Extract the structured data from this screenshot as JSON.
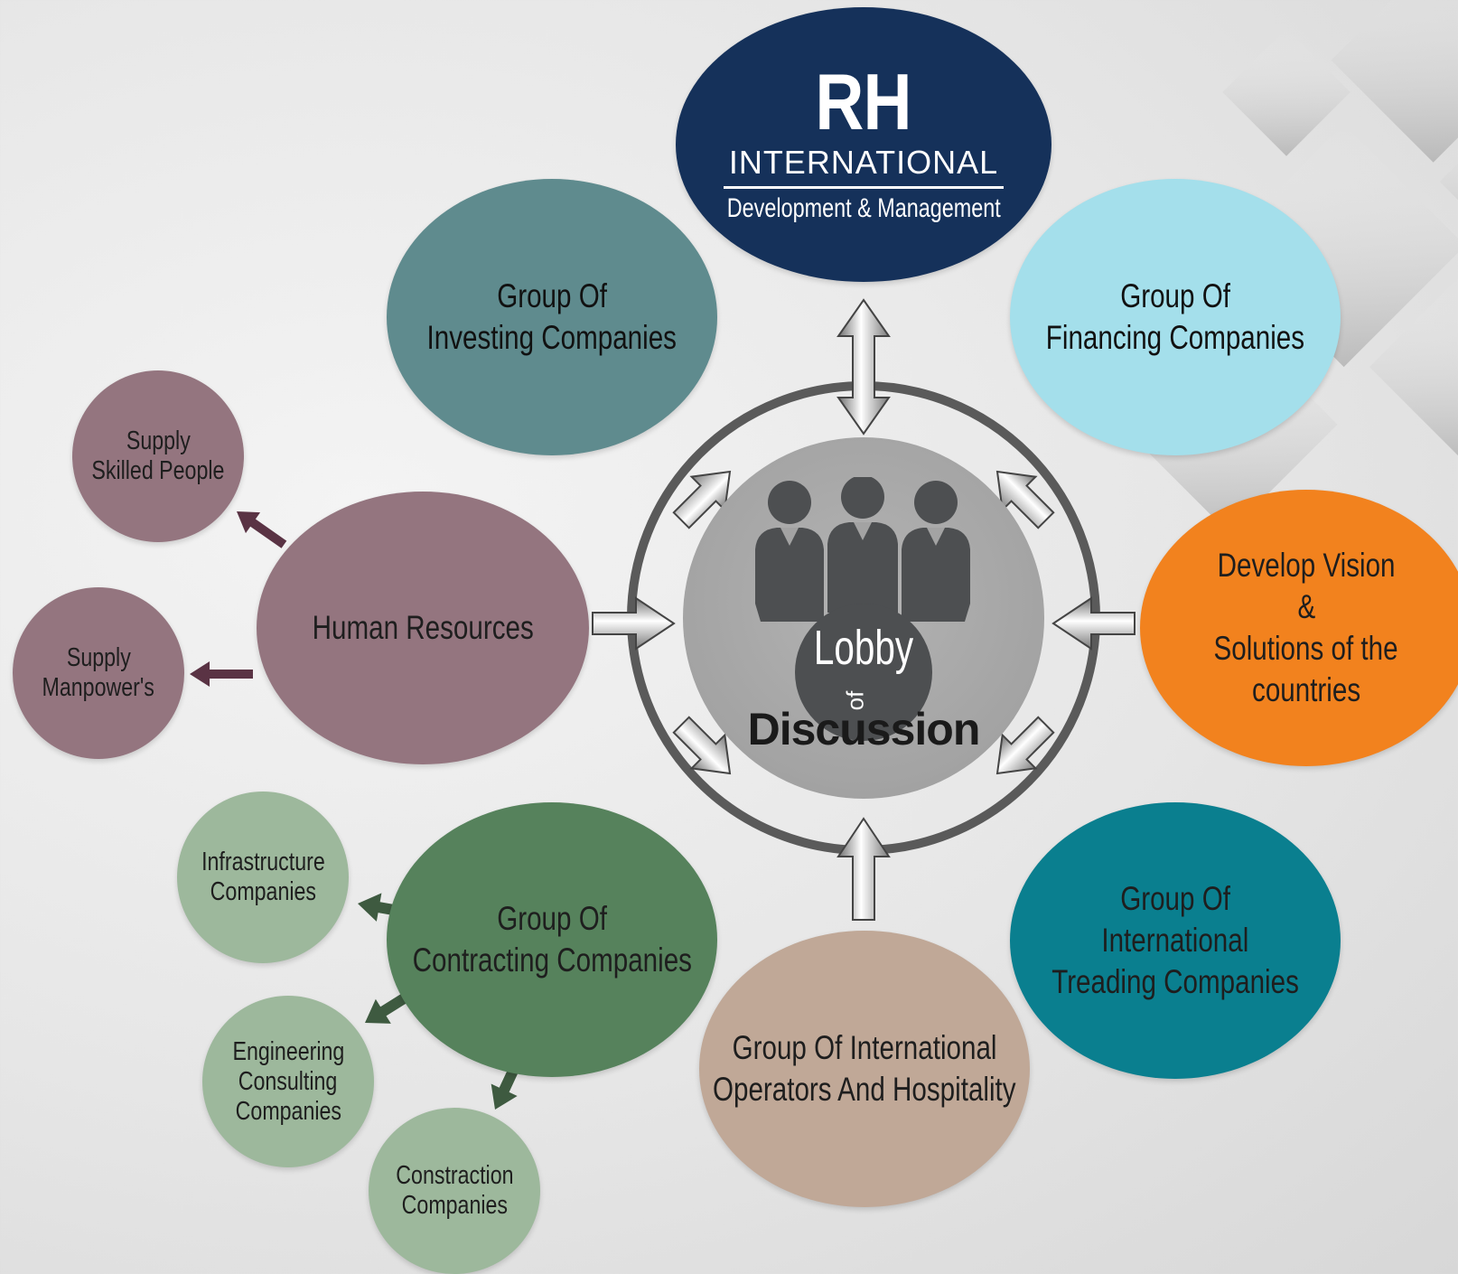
{
  "logo": {
    "rh": "RH",
    "international": "INTERNATIONAL",
    "tagline": "Development & Management"
  },
  "center": {
    "lobby": "Lobby",
    "of": "of",
    "discussion": "Discussion"
  },
  "nodes": {
    "investing": [
      "Group Of",
      "Investing Companies"
    ],
    "financing": [
      "Group Of",
      "Financing Companies"
    ],
    "human_resources": [
      "Human Resources"
    ],
    "develop_vision": [
      "Develop Vision",
      "&",
      "Solutions of the",
      "countries"
    ],
    "contracting": [
      "Group Of",
      "Contracting Companies"
    ],
    "trading": [
      "Group Of",
      "International",
      "Treading Companies"
    ],
    "operators": [
      "Group Of International",
      "Operators And Hospitality"
    ],
    "supply_skilled": [
      "Supply",
      "Skilled People"
    ],
    "supply_manpower": [
      "Supply",
      "Manpower's"
    ],
    "infrastructure": [
      "Infrastructure",
      "Companies"
    ],
    "engineering": [
      "Engineering",
      "Consulting",
      "Companies"
    ],
    "constraction": [
      "Constraction",
      "Companies"
    ]
  },
  "colors": {
    "logo": "#15315a",
    "investing": "#5f8b8e",
    "financing": "#a4dfeb",
    "human_resources": "#94757f",
    "develop_vision": "#f2821e",
    "contracting": "#56825c",
    "trading": "#0a7f8f",
    "operators": "#c0a897",
    "hr_child": "#94757f",
    "contracting_child": "#9db89c",
    "ring": "#5a5a5a",
    "people": "#4d4f51"
  },
  "icons": [
    "people-icon",
    "silver-arrow-icon"
  ]
}
